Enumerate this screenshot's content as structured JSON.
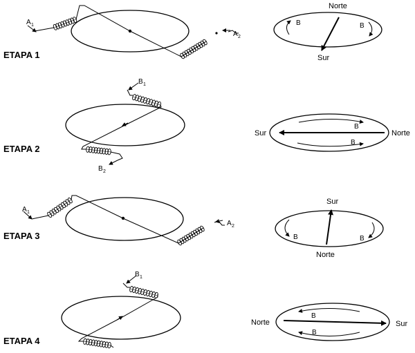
{
  "stages": [
    {
      "label": "ETAPA 1",
      "terminal_start": {
        "letter": "A",
        "index": "1"
      },
      "terminal_end": {
        "letter": "A",
        "index": "2"
      },
      "rotor": {
        "top_label": "Norte",
        "bottom_label": "Sur",
        "left_arrow_label": "B",
        "right_arrow_label": "B"
      }
    },
    {
      "label": "ETAPA 2",
      "terminal_start": {
        "letter": "B",
        "index": "1"
      },
      "terminal_end": {
        "letter": "B",
        "index": "2"
      },
      "rotor": {
        "left_label": "Sur",
        "right_label": "Norte",
        "top_arrow_label": "B",
        "bottom_arrow_label": "B"
      }
    },
    {
      "label": "ETAPA 3",
      "terminal_start": {
        "letter": "A",
        "index": "1"
      },
      "terminal_end": {
        "letter": "A",
        "index": "2"
      },
      "rotor": {
        "top_label": "Sur",
        "bottom_label": "Norte",
        "left_arrow_label": "B",
        "right_arrow_label": "B"
      }
    },
    {
      "label": "ETAPA 4",
      "terminal_start": {
        "letter": "B",
        "index": "1"
      },
      "rotor": {
        "left_label": "Norte",
        "right_label": "Sur",
        "top_arrow_label": "B",
        "bottom_arrow_label": "B"
      }
    }
  ]
}
